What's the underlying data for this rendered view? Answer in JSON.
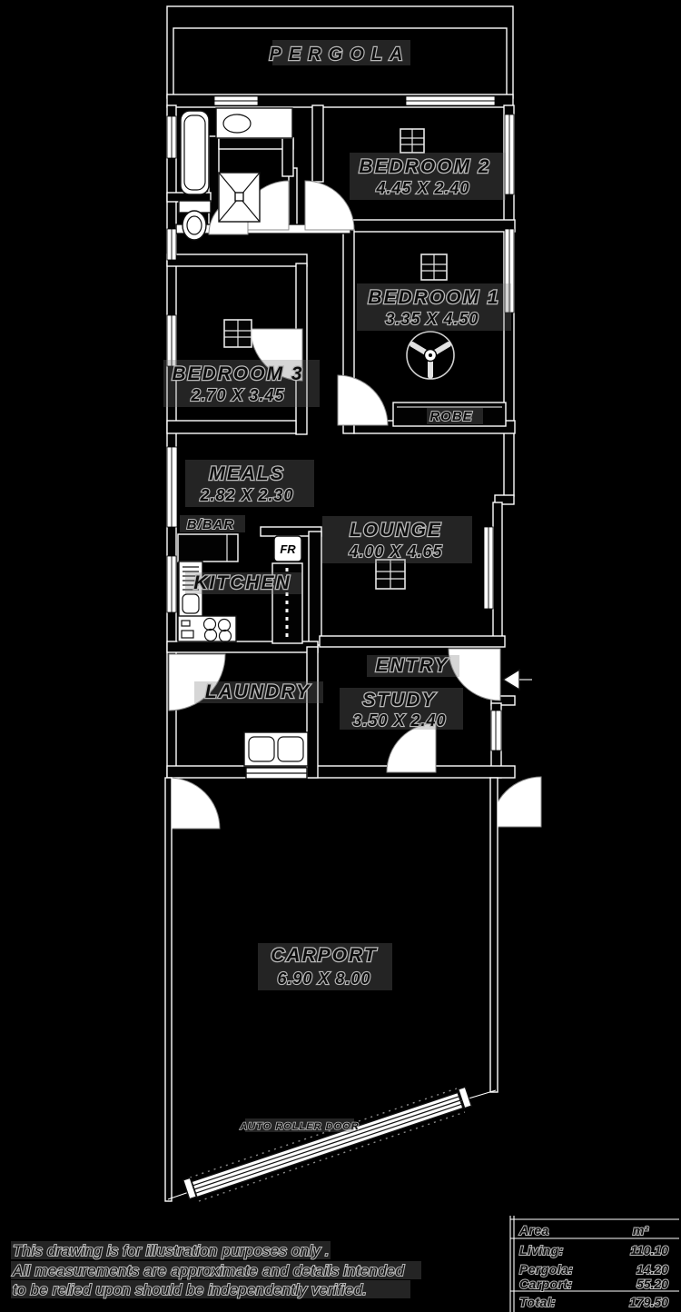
{
  "colors": {
    "background": "#000000",
    "linework": "#ffffff",
    "text_fill": "#0d0d0d",
    "text_halo": "#b8b8b8"
  },
  "rooms": {
    "pergola": {
      "label": "PERGOLA"
    },
    "bedroom2": {
      "label": "BEDROOM 2",
      "dims": "4.45 X 2.40"
    },
    "bedroom1": {
      "label": "BEDROOM 1",
      "dims": "3.35 X 4.50"
    },
    "bedroom3": {
      "label": "BEDROOM 3",
      "dims": "2.70 X 3.45"
    },
    "robe": {
      "label": "ROBE"
    },
    "meals": {
      "label": "MEALS",
      "dims": "2.82 X 2.30"
    },
    "lounge": {
      "label": "LOUNGE",
      "dims": "4.00 X 4.65"
    },
    "bbar": {
      "label": "B/BAR"
    },
    "kitchen": {
      "label": "KITCHEN"
    },
    "fridge": {
      "label": "FR"
    },
    "laundry": {
      "label": "LAUNDRY"
    },
    "entry": {
      "label": "ENTRY"
    },
    "study": {
      "label": "STUDY",
      "dims": "3.50 X 2.40"
    },
    "carport": {
      "label": "CARPORT",
      "dims": "6.90 X 8.00"
    },
    "roller_door": {
      "label": "AUTO ROLLER DOOR"
    }
  },
  "area_table": {
    "header": {
      "name": "Area",
      "unit": "m²"
    },
    "rows": [
      {
        "label": "Living:",
        "value": "110.10"
      },
      {
        "label": "Pergola:",
        "value": "14.20"
      },
      {
        "label": "Carport:",
        "value": "55.20"
      }
    ],
    "total": {
      "label": "Total:",
      "value": "179.50"
    }
  },
  "disclaimer": {
    "line1": "This drawing is for illustration purposes only .",
    "line2": "All measurements are approximate and details intended",
    "line3": "to be relied upon should be independently verified."
  }
}
